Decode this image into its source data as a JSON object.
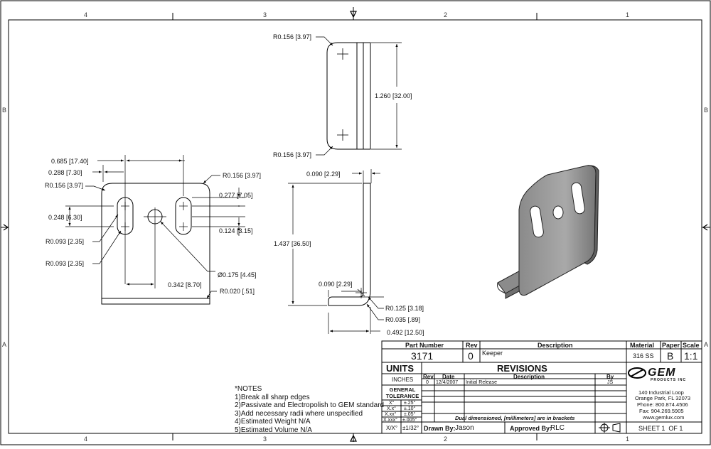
{
  "zones": {
    "top": [
      "4",
      "3",
      "2",
      "1"
    ],
    "bottom": [
      "4",
      "3",
      "2",
      "1"
    ],
    "left": [
      "B",
      "A"
    ],
    "right": [
      "B",
      "A"
    ]
  },
  "dims": {
    "top_r1": "R0.156 [3.97]",
    "top_r2": "R0.156 [3.97]",
    "top_height": "1.260 [32.00]",
    "front_width": "0.685 [17.40]",
    "front_offset": "0.288 [7.30]",
    "front_corner_left": "R0.156 [3.97]",
    "front_corner_right": "R0.156 [3.97]",
    "front_slot_vert": "0.248 [6.30]",
    "front_277": "0.277 [7.05]",
    "front_124": "0.124 [3.15]",
    "front_slot_r1": "R0.093 [2.35]",
    "front_slot_r2": "R0.093 [2.35]",
    "front_hole": "Ø0.175 [4.45]",
    "front_342": "0.342 [8.70]",
    "front_r020": "R0.020 [.51]",
    "side_thick_top": "0.090 [2.29]",
    "side_height": "1.437 [36.50]",
    "side_thick_bottom": "0.090 [2.29]",
    "side_r125": "R0.125 [3.18]",
    "side_r035": "R0.035 [.89]",
    "side_492": "0.492 [12.50]"
  },
  "notes": {
    "title": "*NOTES",
    "items": [
      "1)Break all sharp edges",
      "2)Passivate and Electropolish to GEM standard",
      "3)Add necessary radii where unspecified",
      "4)Estimated Weight N/A",
      "5)Estimated Volume N/A"
    ]
  },
  "title_block": {
    "part_number_label": "Part Number",
    "part_number": "3171",
    "rev_label": "Rev",
    "rev": "0",
    "description_label": "Description",
    "description": "Keeper",
    "material_label": "Material",
    "material": "316 SS",
    "paper_label": "Paper",
    "paper": "B",
    "scale_label": "Scale",
    "scale": "1:1",
    "units_label": "UNITS",
    "units": "INCHES",
    "general_tolerance": "GENERAL TOLERANCE",
    "tolerances": [
      {
        "fmt": "X°",
        "val": "±.25°"
      },
      {
        "fmt": "X.x°",
        "val": "±.10°"
      },
      {
        "fmt": "X.xx°",
        "val": "±.05°"
      },
      {
        "fmt": "X.xxx°",
        "val": "±.005°"
      },
      {
        "fmt": "X/X°",
        "val": "±1/32°"
      }
    ],
    "revisions_title": "REVISIONS",
    "rev_headers": {
      "rev": "Rev",
      "date": "Date",
      "desc": "Description",
      "by": "By"
    },
    "revisions": [
      {
        "rev": "0",
        "date": "12/4/2007",
        "desc": "Initial Release",
        "by": "JS"
      }
    ],
    "dual_note": "Dual dimensioned, [millimeters] are in brackets",
    "drawn_by_label": "Drawn By:",
    "drawn_by": "Jason",
    "approved_by_label": "Approved By:",
    "approved_by": "RLC",
    "company_logo": "GEM",
    "company_sub": "PRODUCTS INC",
    "address1": "140 Industrial Loop",
    "address2": "Orange Park, FL 32073",
    "phone": "Phone: 800.874.4506",
    "fax": "Fax: 904.269.5905",
    "web": "www.gemlux.com",
    "sheet": "SHEET 1  OF 1"
  }
}
